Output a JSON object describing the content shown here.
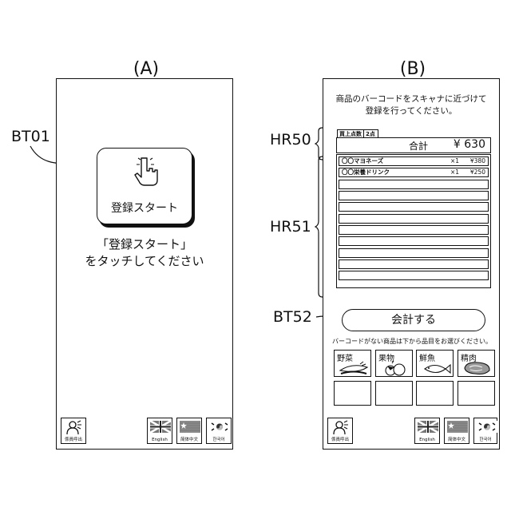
{
  "panels": {
    "a_label": "(A)",
    "b_label": "(B)"
  },
  "callouts": {
    "bt01": "BT01",
    "hr50": "HR50",
    "hr51": "HR51",
    "bt52": "BT52"
  },
  "screen_a": {
    "start_button_label": "登録スタート",
    "instruction": "「登録スタート」\nをタッチしてください"
  },
  "screen_b": {
    "instruction": "商品のバーコードをスキャナに近づけて\n登録を行ってください。",
    "count_tag": "買上点数",
    "count_value": "2点",
    "total_label": "合計",
    "total_value": "¥ 630",
    "items": [
      {
        "name": "〇〇マヨネーズ",
        "qty": "×1",
        "price": "¥380"
      },
      {
        "name": "〇〇栄養ドリンク",
        "qty": "×1",
        "price": "¥250"
      }
    ],
    "checkout_label": "会計する",
    "no_barcode_text": "バーコードがない商品は下から品目をお選びください。",
    "categories": [
      "野菜",
      "果物",
      "鮮魚",
      "精肉"
    ]
  },
  "footer": {
    "staff_call": "係員呼出",
    "lang_english": "English",
    "lang_chinese": "简体中文",
    "lang_korean": "한국어"
  }
}
